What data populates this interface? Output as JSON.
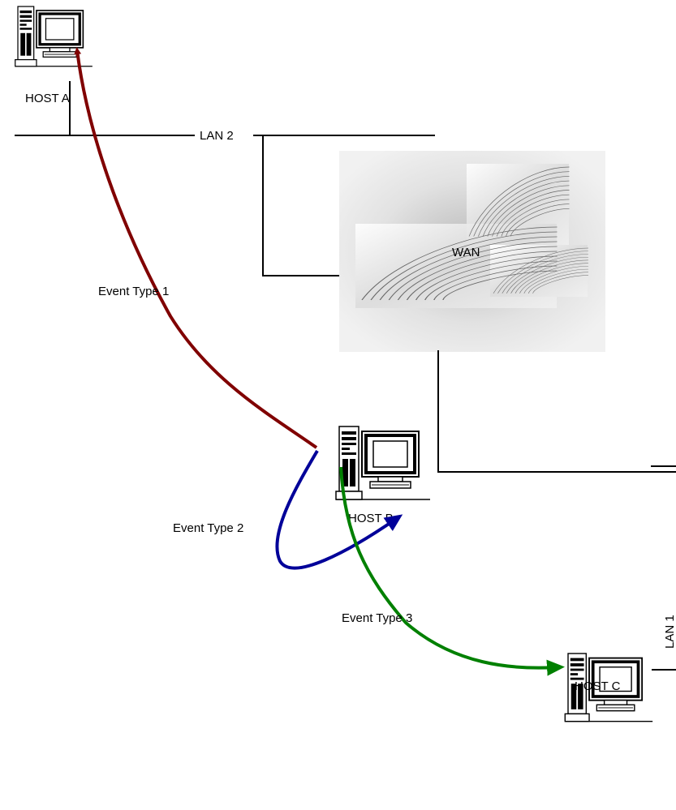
{
  "labels": {
    "lan2": "LAN 2",
    "wan": "WAN",
    "host_a": "HOST A",
    "host_b": "HOST B",
    "host_c": "HOST C",
    "event1": "Event Type 1",
    "event2": "Event Type 2",
    "event3": "Event Type 3",
    "lan_side": "LAN 1"
  },
  "colors": {
    "event1": "#800000",
    "event2": "#000099",
    "event3": "#008000",
    "line": "#000000"
  }
}
